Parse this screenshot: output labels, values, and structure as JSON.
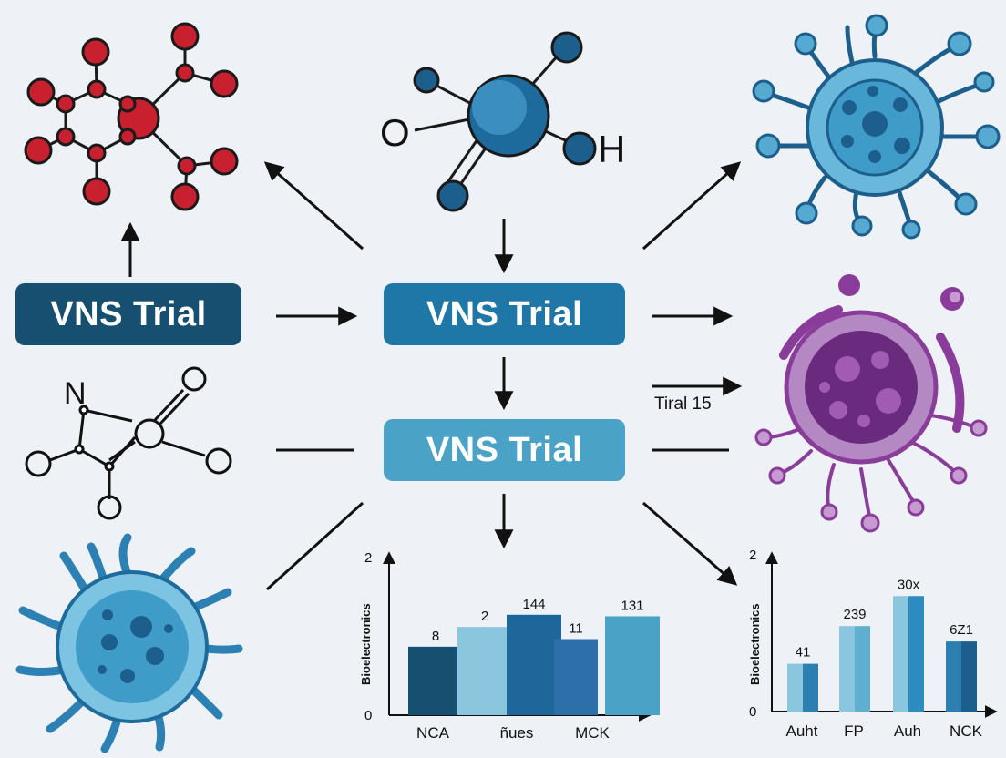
{
  "colors": {
    "background": "#eef2f7",
    "box_dark": "#174f70",
    "box_medium": "#1f77a8",
    "box_light": "#4aa3c6",
    "molecule_red": "#c8202f",
    "molecule_blue": "#1d5f8c",
    "cell_blue": "#3f9bc7",
    "cell_purple": "#8a3c9a",
    "line": "#111111"
  },
  "boxes": {
    "left": "VNS Trial",
    "center": "VNS Trial",
    "mid": "VNS Trial"
  },
  "labels": {
    "atom_o": "O",
    "atom_h": "H",
    "atom_n": "N",
    "trial_15": "Tiral 15"
  },
  "icons": [
    "red-molecule-icon",
    "blue-molecule-icon",
    "blue-virus-icon",
    "purple-cell-icon",
    "small-molecule-icon",
    "blue-cell-icon"
  ],
  "chart_data": [
    {
      "type": "bar",
      "ylabel": "Bioelectronics",
      "y_ticks": [
        "2",
        "0"
      ],
      "ylim": [
        0,
        2
      ],
      "categories": [
        "NCA",
        "ñues",
        "MCK"
      ],
      "bars": [
        {
          "label": "8",
          "value": 0.9,
          "color": "#174f70"
        },
        {
          "label": "2",
          "value": 1.16,
          "color": "#8ac6dd"
        },
        {
          "label": "144",
          "value": 1.32,
          "color": "#1d679b"
        },
        {
          "label": "11",
          "value": 1.0,
          "color": "#2d6fa8"
        },
        {
          "label": "131",
          "value": 1.3,
          "color": "#4aa3c6"
        }
      ]
    },
    {
      "type": "bar",
      "ylabel": "Bioelectronics",
      "y_ticks": [
        "2",
        "0"
      ],
      "ylim": [
        0,
        2
      ],
      "categories": [
        "Auht",
        "FP",
        "Auh",
        "NCK"
      ],
      "bars": [
        {
          "label": "41",
          "value": 0.62,
          "colors": [
            "#8ac6dd",
            "#2d7fb2"
          ]
        },
        {
          "label": "239",
          "value": 1.11,
          "colors": [
            "#8ac6dd",
            "#5fb0d0"
          ]
        },
        {
          "label": "30x",
          "value": 1.5,
          "colors": [
            "#8ac6dd",
            "#2d8cbf"
          ]
        },
        {
          "label": "6Z1",
          "value": 0.91,
          "colors": [
            "#2d7fb2",
            "#1d5f8c"
          ]
        }
      ]
    }
  ]
}
